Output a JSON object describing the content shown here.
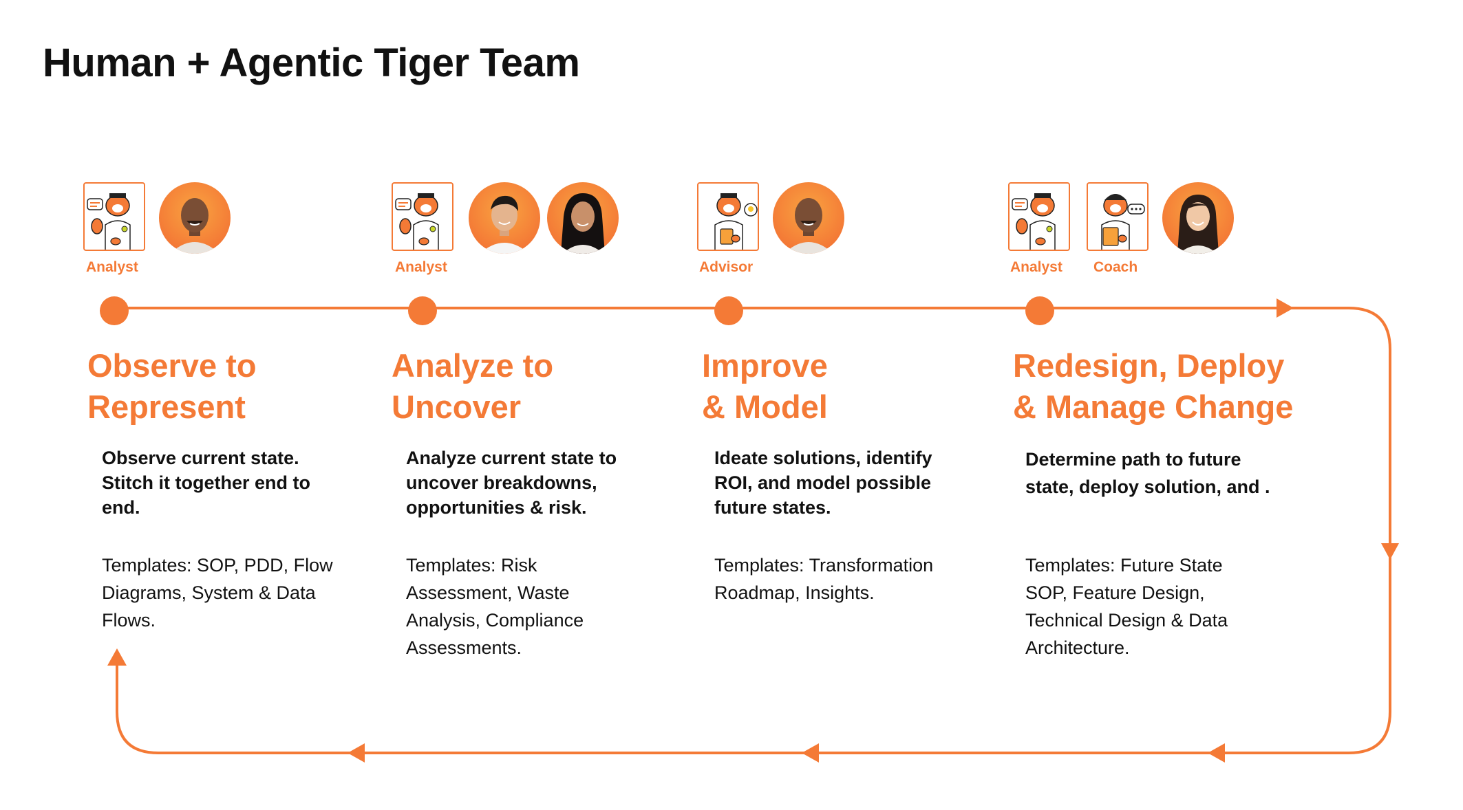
{
  "title": "Human + Agentic Tiger Team",
  "accent_color": "#f47a36",
  "steps": [
    {
      "roles": [
        "Analyst"
      ],
      "heading": "Observe to\nRepresent",
      "description": "Observe current state. Stitch it together end to end.",
      "templates": "Templates: SOP, PDD, Flow Diagrams, System & Data Flows."
    },
    {
      "roles": [
        "Analyst"
      ],
      "heading": "Analyze to\nUncover",
      "description": "Analyze current state to uncover breakdowns, opportunities & risk.",
      "templates": "Templates: Risk Assessment, Waste Analysis, Compliance Assessments."
    },
    {
      "roles": [
        "Advisor"
      ],
      "heading": "Improve\n& Model",
      "description": "Ideate solutions, identify ROI, and model possible future states.",
      "templates": "Templates: Transformation Roadmap, Insights."
    },
    {
      "roles": [
        "Analyst",
        "Coach"
      ],
      "heading": "Redesign, Deploy\n& Manage Change",
      "description": "Determine path to future state, deploy solution, and .",
      "templates": "Templates: Future State SOP, Feature Design, Technical Design & Data Architecture."
    }
  ]
}
